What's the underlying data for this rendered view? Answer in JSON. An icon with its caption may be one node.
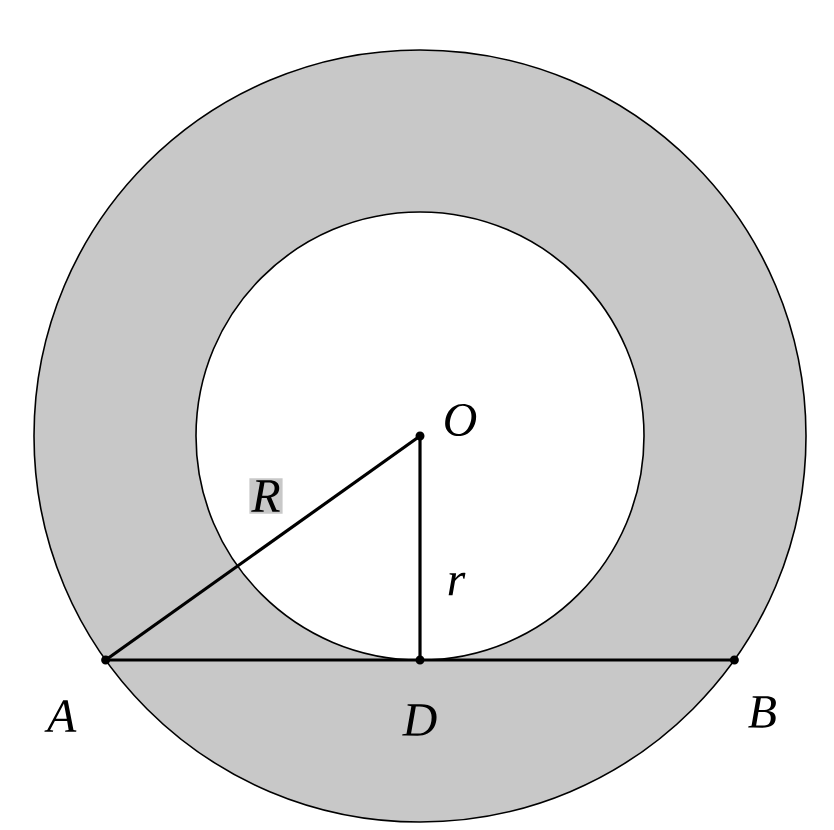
{
  "diagram": {
    "nodes": [
      {
        "text": [],
        "shape": "circle",
        "beside": [
          "O"
        ]
      },
      {
        "text": [],
        "shape": "circle",
        "beside": [
          "A"
        ]
      },
      {
        "text": [],
        "shape": "circle",
        "beside": [
          "D"
        ]
      },
      {
        "text": [],
        "shape": "circle",
        "beside": [
          "B"
        ]
      }
    ],
    "edges": [
      {
        "from": 1,
        "to": 0,
        "arrow": "none",
        "label": "R"
      },
      {
        "from": 0,
        "to": 2,
        "arrow": "none",
        "label": "r"
      },
      {
        "from": 1,
        "to": 3,
        "arrow": "none"
      }
    ]
  }
}
